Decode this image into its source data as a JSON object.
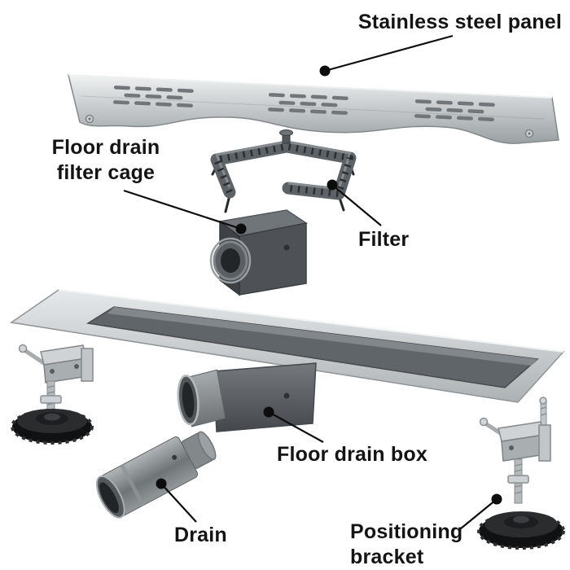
{
  "labels": {
    "stainless_steel_panel": "Stainless steel panel",
    "floor_drain_filter_cage_line1": "Floor drain",
    "floor_drain_filter_cage_line2": "filter cage",
    "filter": "Filter",
    "floor_drain_box": "Floor drain box",
    "drain": "Drain",
    "positioning_bracket_line1": "Positioning",
    "positioning_bracket_line2": "bracket"
  },
  "colors": {
    "background": "#ffffff",
    "label_text": "#141414",
    "leader_line": "#0d0d0d",
    "steel_light": "#eff1f1",
    "steel_dark": "#9aa0a3",
    "part_dark_gray": "#4a4e53",
    "rubber_base_black": "#101112"
  }
}
